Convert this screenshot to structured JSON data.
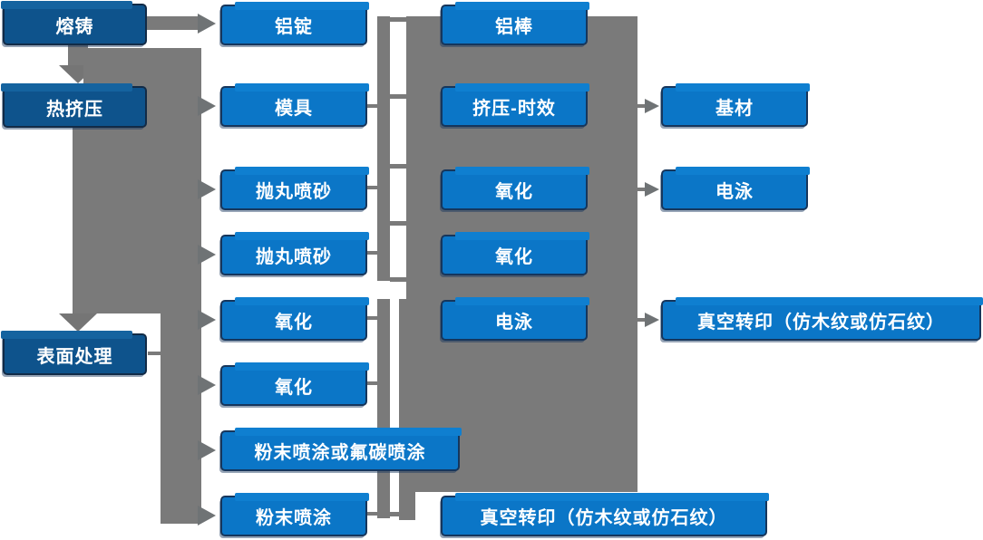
{
  "flowchart": {
    "title_hint": "aluminum-profile-process-flow",
    "col1": [
      "熔铸",
      "热挤压",
      "表面处理"
    ],
    "col2": [
      "铝锭",
      "模具",
      "抛丸喷砂",
      "抛丸喷砂",
      "氧化",
      "氧化",
      "粉末喷涂或氟碳喷涂",
      "粉末喷涂"
    ],
    "col3": [
      "铝棒",
      "挤压-时效",
      "氧化",
      "氧化",
      "电泳",
      "真空转印（仿木纹或仿石纹）"
    ],
    "col4": [
      "基材",
      "电泳",
      "真空转印（仿木纹或仿石纹）"
    ],
    "colors": {
      "stage_box_fill": "#0E538C",
      "process_box_fill": "#0B76C7",
      "box_border": "#17365D",
      "connector_gray": "#7A7A7A",
      "text": "#FFFFFF",
      "background": "#FFFFFF"
    }
  }
}
